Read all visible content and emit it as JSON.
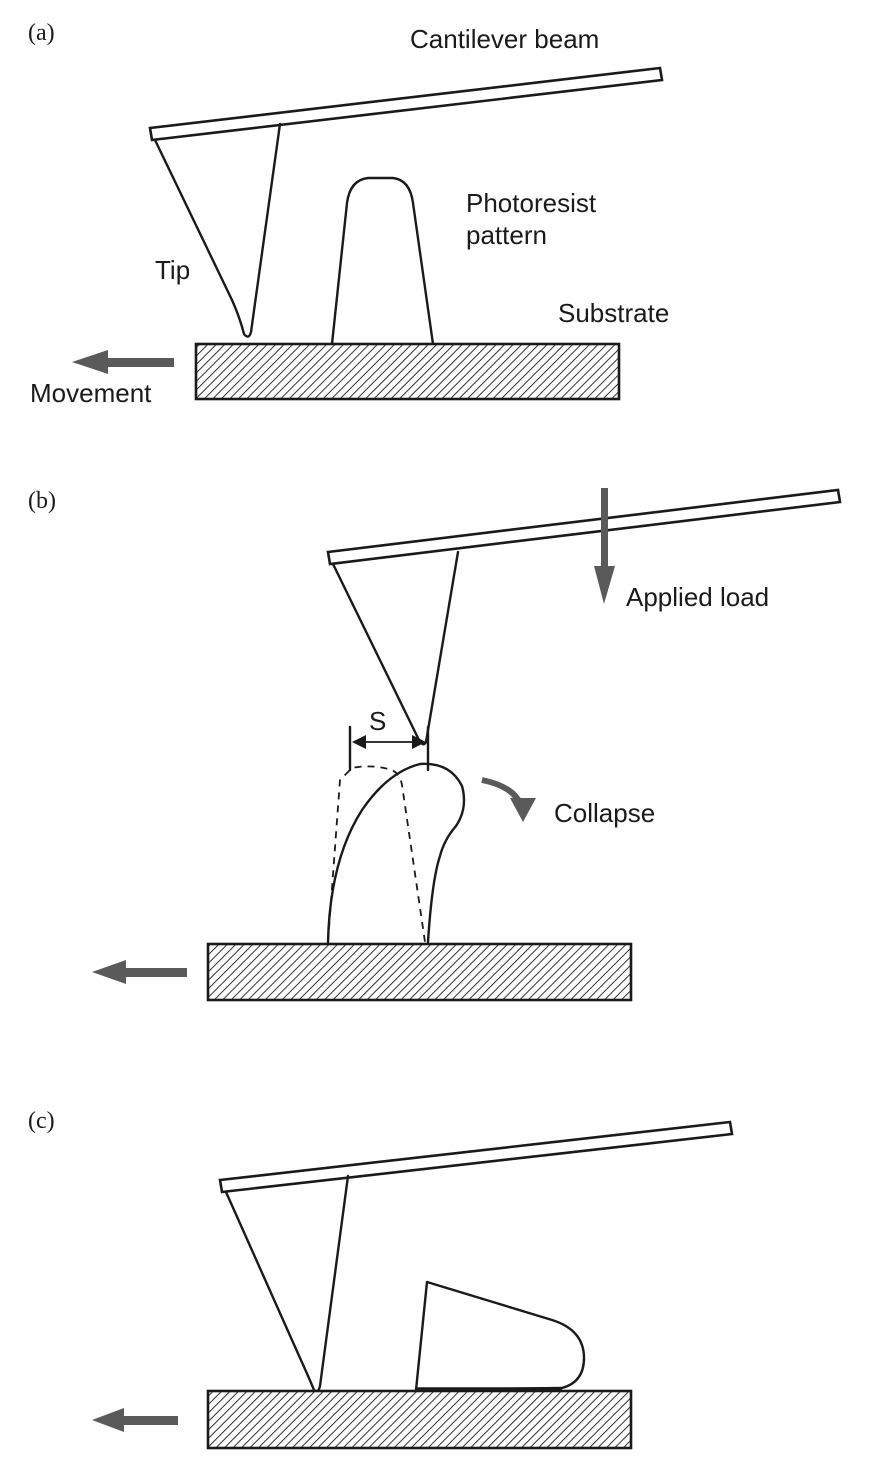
{
  "panels": {
    "a": {
      "label": "(a)",
      "cantilever_label": "Cantilever beam",
      "tip_label": "Tip",
      "pattern_label_line1": "Photoresist",
      "pattern_label_line2": "pattern",
      "substrate_label": "Substrate",
      "movement_label": "Movement"
    },
    "b": {
      "label": "(b)",
      "load_label": "Applied load",
      "s_label": "S",
      "collapse_label": "Collapse"
    },
    "c": {
      "label": "(c)"
    }
  },
  "colors": {
    "line": "#1a1a1a",
    "arrow": "#5a5a5a",
    "background": "#ffffff"
  }
}
